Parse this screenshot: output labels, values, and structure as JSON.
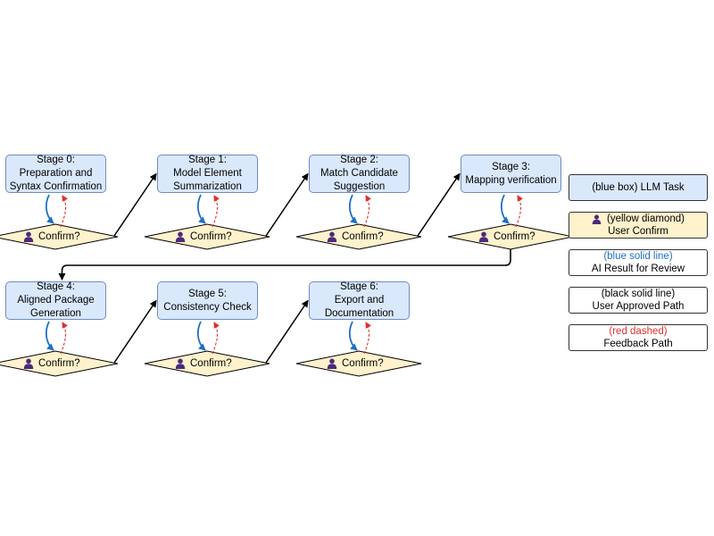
{
  "stages": [
    {
      "lines": [
        "Stage 0:",
        "Preparation and",
        "Syntax Confirmation"
      ]
    },
    {
      "lines": [
        "Stage 1:",
        "Model Element",
        "Summarization"
      ]
    },
    {
      "lines": [
        "Stage 2:",
        "Match Candidate",
        "Suggestion"
      ]
    },
    {
      "lines": [
        "Stage 3:",
        "Mapping verification"
      ]
    },
    {
      "lines": [
        "Stage 4:",
        "Aligned Package",
        "Generation"
      ]
    },
    {
      "lines": [
        "Stage 5:",
        "Consistency Check"
      ]
    },
    {
      "lines": [
        "Stage 6:",
        "Export and",
        "Documentation"
      ]
    }
  ],
  "confirm_label": "Confirm?",
  "icons": {
    "user": "user-icon"
  },
  "legend": [
    {
      "type": "llm",
      "line1": "(blue box) LLM Task",
      "line2": ""
    },
    {
      "type": "confirm",
      "line1": "(yellow diamond)",
      "line2": "User Confirm"
    },
    {
      "type": "blue",
      "line1": "(blue solid line)",
      "line2": "AI Result for Review"
    },
    {
      "type": "black",
      "line1": "(black solid line)",
      "line2": "User Approved Path"
    },
    {
      "type": "red",
      "line1": "(red dashed)",
      "line2": "Feedback Path"
    }
  ],
  "colors": {
    "llm_fill": "#dae8fc",
    "llm_border": "#6c8ebf",
    "confirm_fill": "#fff2cc",
    "blue_line": "#1f6fc5",
    "black_line": "#000000",
    "red_line": "#e03030",
    "user_icon": "#4b2a7a"
  }
}
